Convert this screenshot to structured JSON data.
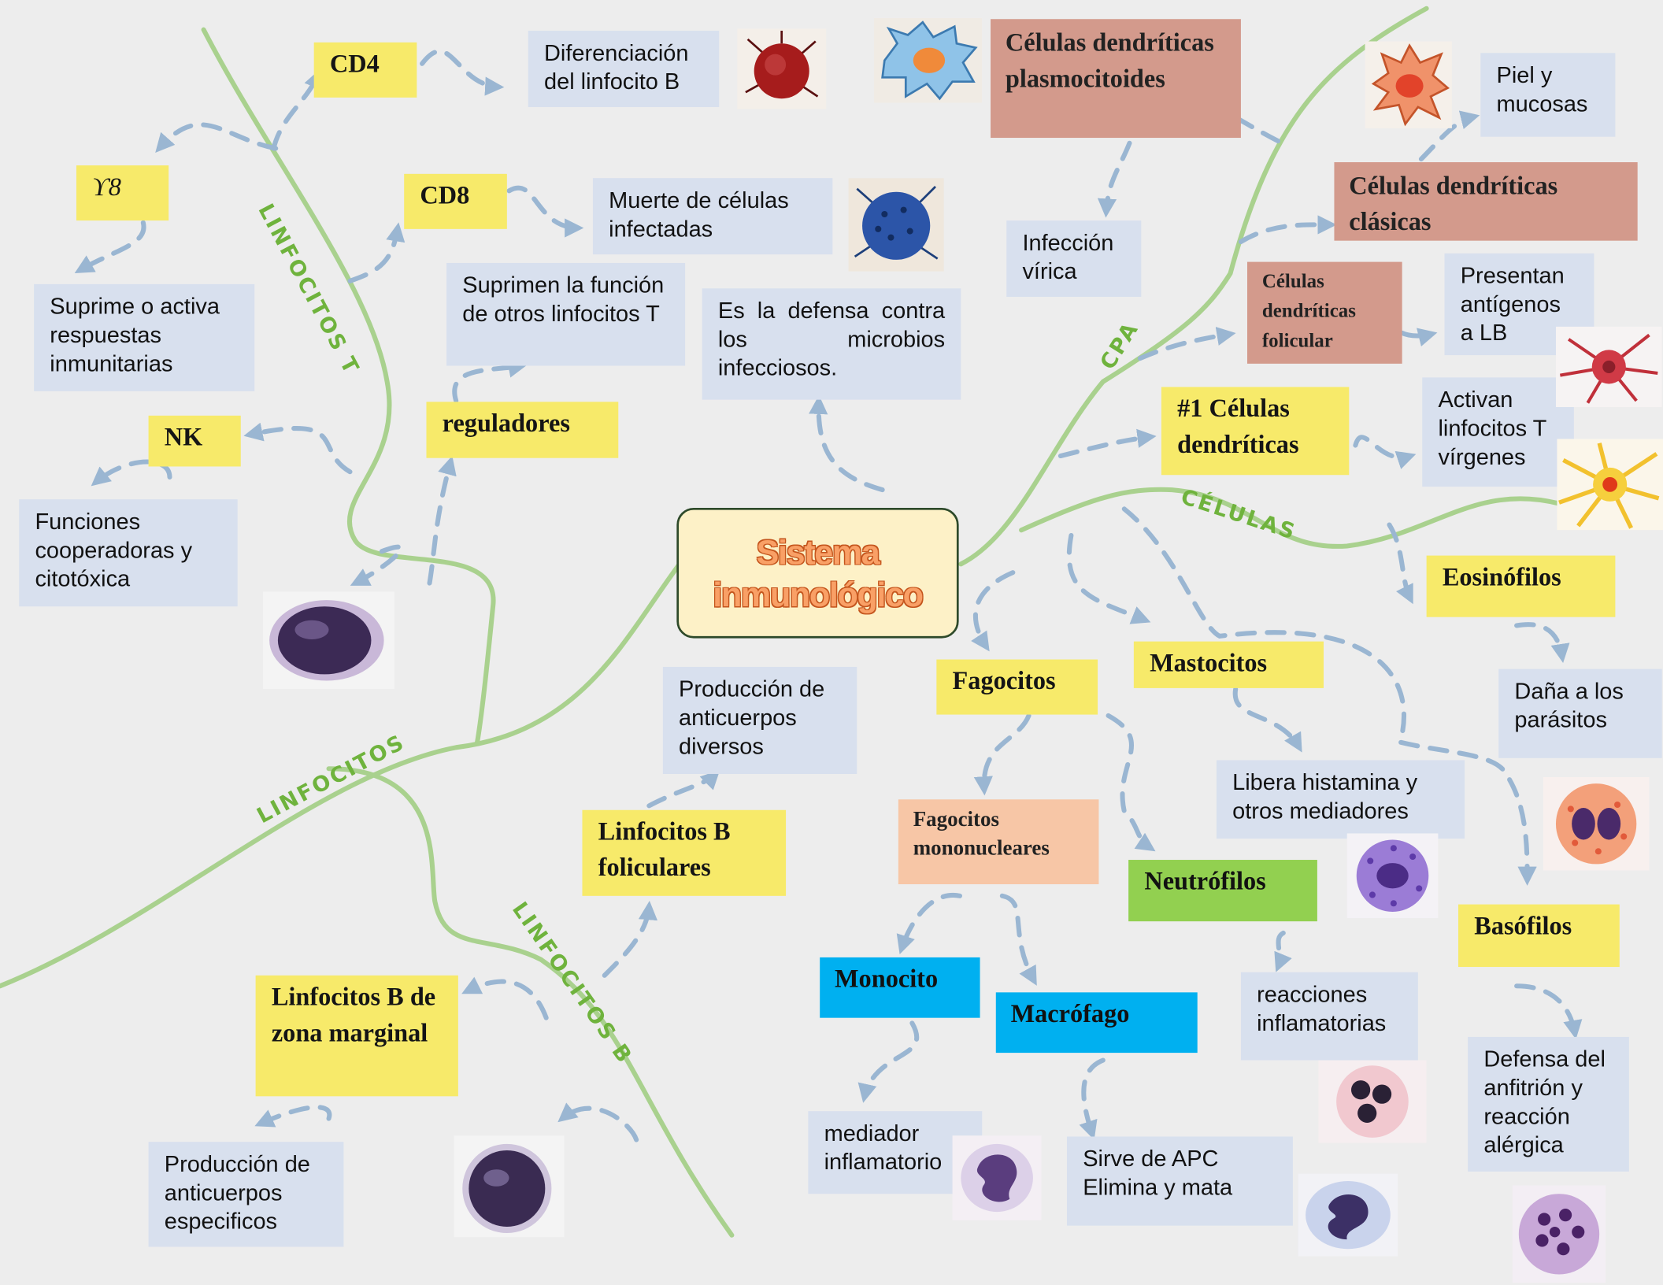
{
  "center": {
    "title": "Sistema inmunológico"
  },
  "branches": {
    "linfocitos_t": "LINFOCITOS T",
    "linfocitos": "LINFOCITOS",
    "linfocitos_b": "LINFOCITOS B",
    "cpa": "CPA",
    "celulas": "CÉLULAS"
  },
  "t_cells": {
    "cd4": "CD4",
    "cd4_desc": "Diferenciación del linfocito B",
    "cd8": "CD8",
    "cd8_desc": "Muerte de células infectadas",
    "gamma_delta": "ϒ8",
    "gamma_delta_desc": "Suprime o activa respuestas inmunitarias",
    "nk": "NK",
    "nk_desc": "Funciones cooperadoras y citotóxica",
    "reguladores": "reguladores",
    "reguladores_desc": "Suprimen la función de otros linfocitos T"
  },
  "defense_note": "Es la defensa contra los microbios infecciosos.",
  "b_cells": {
    "foliculares": "Linfocitos B foliculares",
    "foliculares_desc": "Producción de anticuerpos diversos",
    "zona_marginal": "Linfocitos B de zona marginal",
    "zona_marginal_desc": "Producción de anticuerpos especificos"
  },
  "dendritic": {
    "plasmocitoides": "Células dendríticas plasmocitoides",
    "plasmocitoides_desc": "Infección vírica",
    "clasicas": "Células dendríticas clásicas",
    "clasicas_desc": "Piel y mucosas",
    "folicular": "Células dendríticas folicular",
    "folicular_desc": "Presentan antígenos a LB",
    "main": "#1 Células dendríticas",
    "main_desc": "Activan linfocitos T vírgenes"
  },
  "innate": {
    "eosinofilos": "Eosinófilos",
    "eosinofilos_desc": "Daña a los parásitos",
    "mastocitos": "Mastocitos",
    "mastocitos_desc": "Libera histamina y otros mediadores",
    "fagocitos": "Fagocitos",
    "mononucleares": "Fagocitos mononucleares",
    "neutrofilos": "Neutrófilos",
    "neutrofilos_desc": "reacciones inflamatorias",
    "basofilos": "Basófilos",
    "basofilos_desc": "Defensa del anfitrión y reacción alérgica",
    "monocito": "Monocito",
    "monocito_desc": "mediador inflamatorio",
    "macrofago": "Macrófago",
    "macrofago_desc": "Sirve de APC Elimina y mata"
  },
  "colors": {
    "background": "#ededed",
    "branch_line": "#a9d18e",
    "branch_text": "#6fb33d",
    "arrow": "#9ab6d2",
    "note_box": "#d8e0ee",
    "yellow_box": "#f7ea6a",
    "rose_box": "#d39a8c",
    "peach_box": "#f7c6a6",
    "green_box": "#92d050",
    "cyan_box": "#00b0f0",
    "center_fill": "#fdf1c7",
    "center_text": "#f9a066"
  }
}
